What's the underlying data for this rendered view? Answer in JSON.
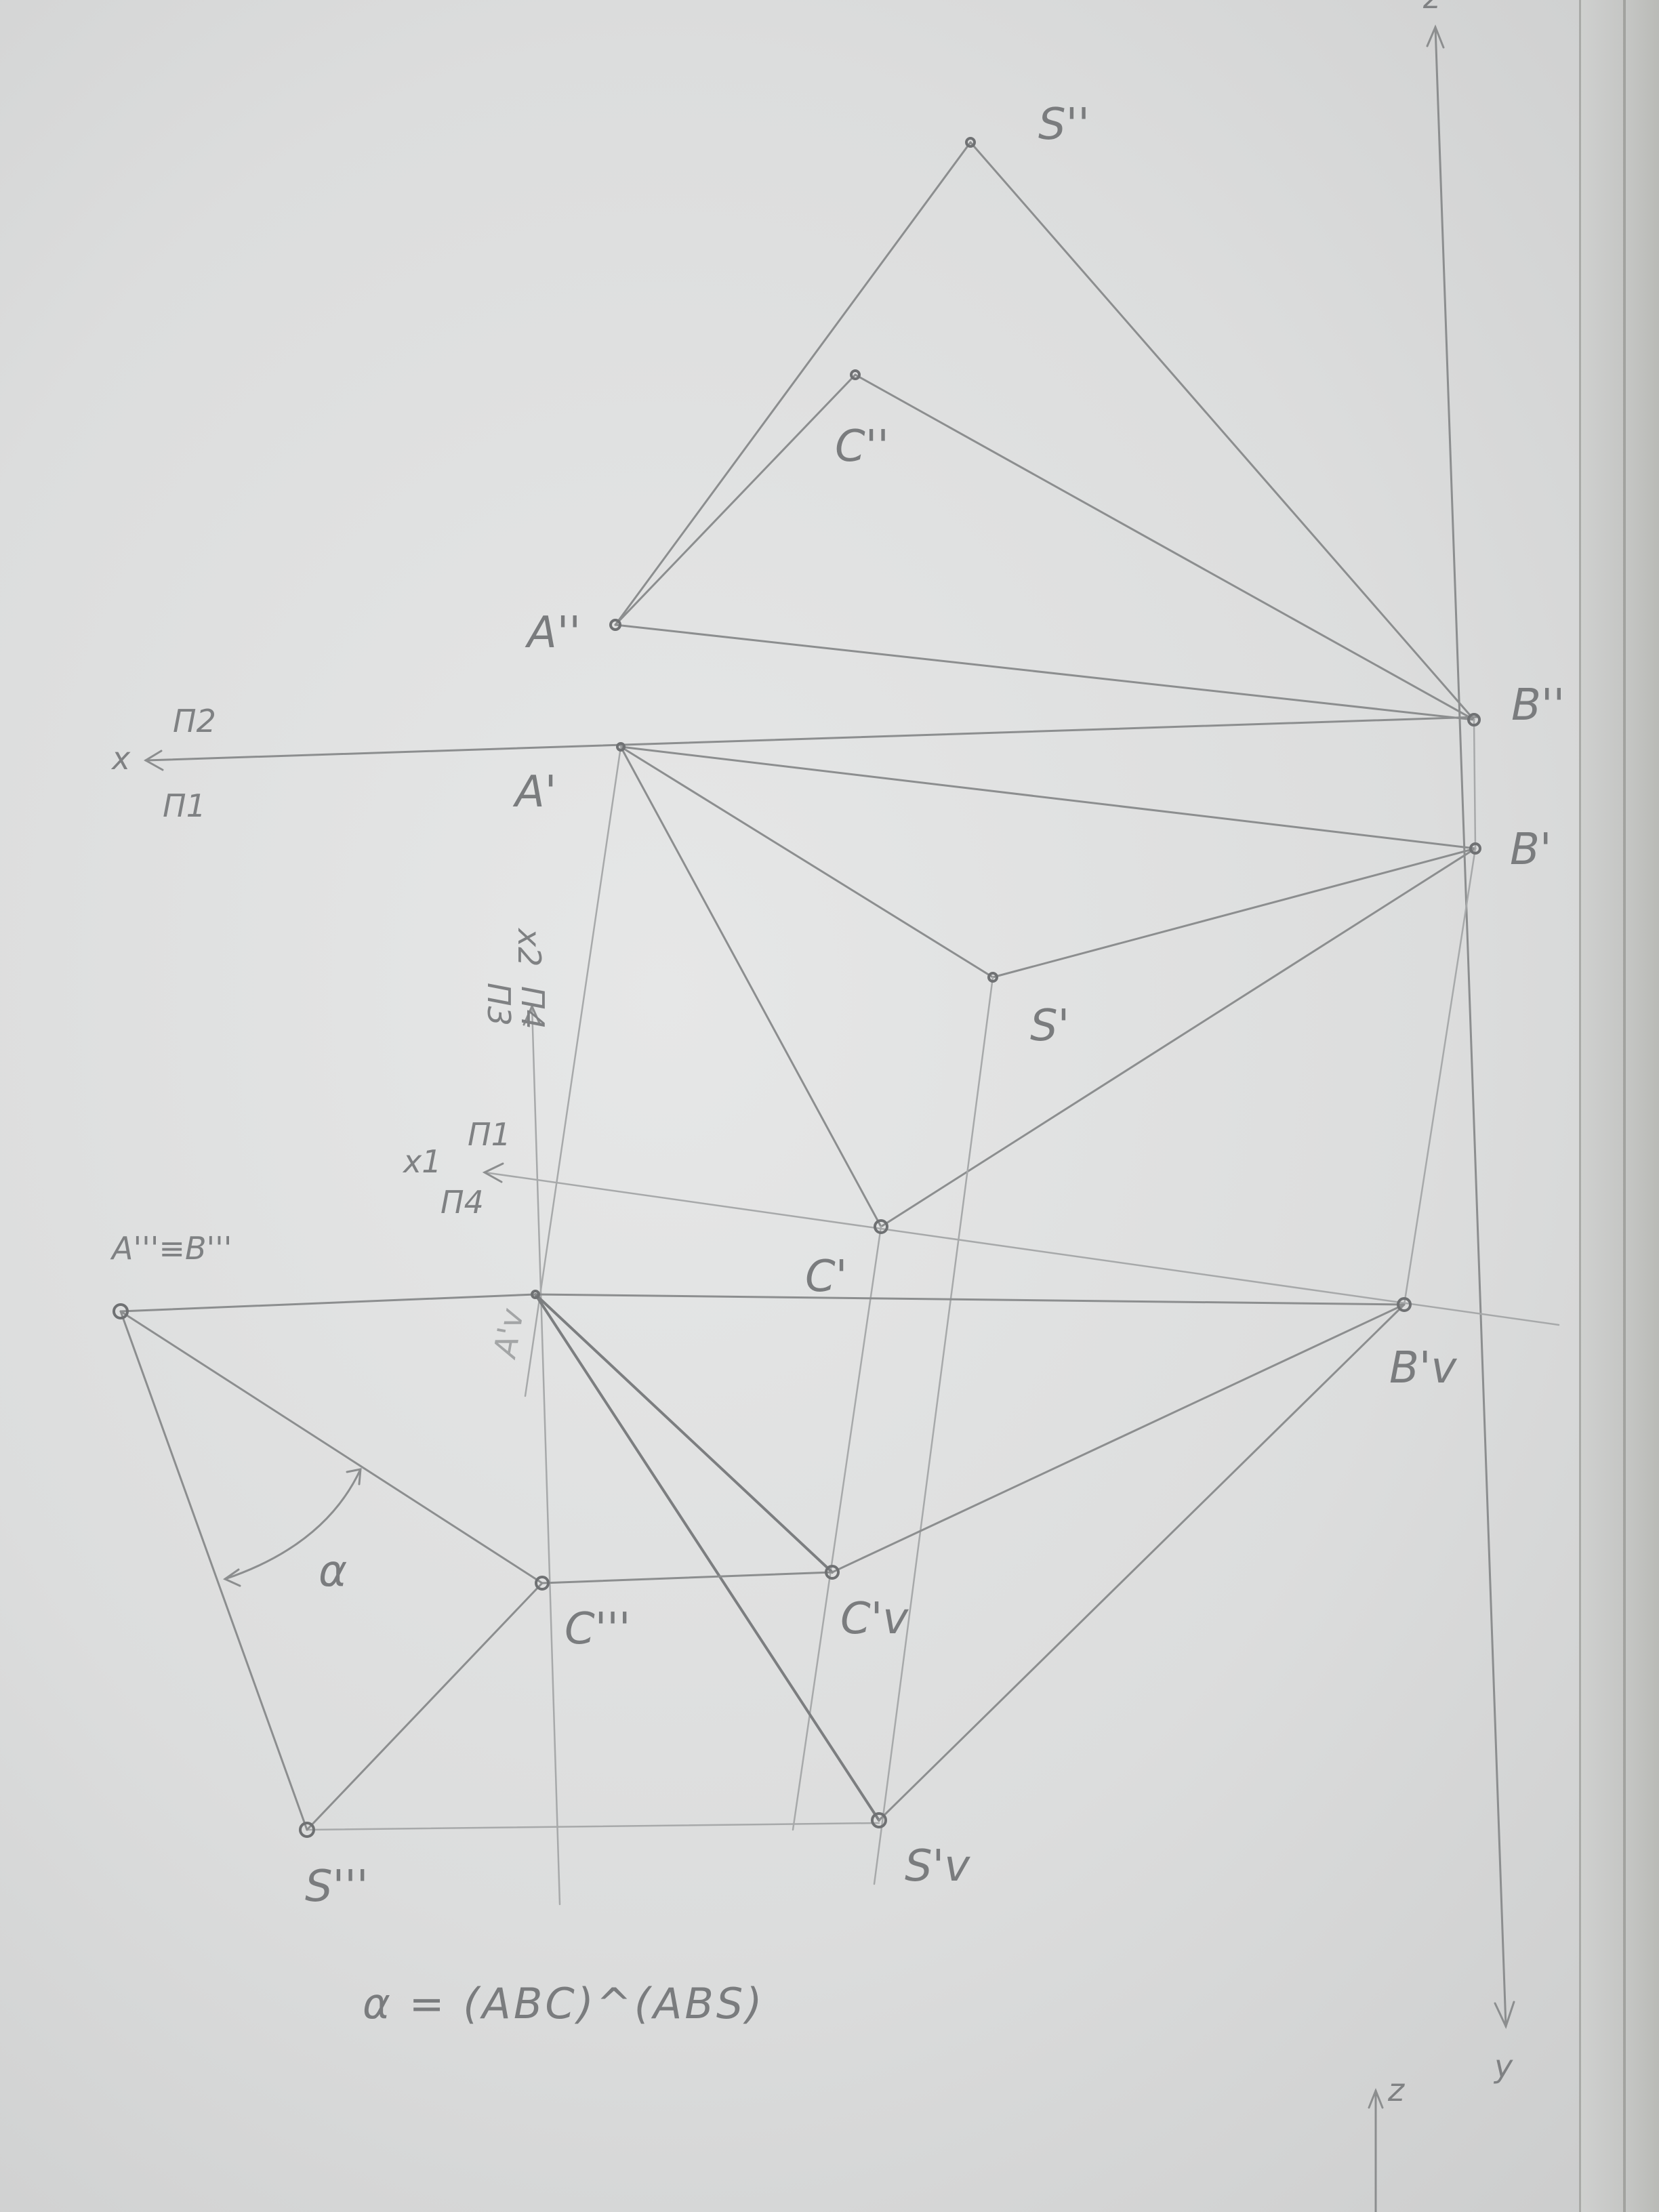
{
  "points": {
    "S2": "S''",
    "C2": "C''",
    "A2": "A''",
    "B2": "B''",
    "A1": "A'",
    "B1": "B'",
    "S1": "S'",
    "C1": "C'",
    "AB3": "A'''≡B'''",
    "A4": "A'v",
    "B4": "B'v",
    "C3": "C'''",
    "C4": "C'v",
    "S3": "S'''",
    "S4": "S'v"
  },
  "axes": {
    "x": "x",
    "pi2_top": "Π2",
    "pi1_bottom": "Π1",
    "x2": "x2",
    "pi3": "Π3",
    "pi4_upper": "Π4",
    "x1": "x1",
    "pi1_mid": "Π1",
    "pi4_lower": "Π4",
    "z_top": "z",
    "y_bottom": "y",
    "z_bottom": "z"
  },
  "angle_label": "α",
  "formula": "α = (ABC)^(ABS)",
  "colors": {
    "paper": "#e2e3e3",
    "pencil": "#8c8e8f"
  }
}
